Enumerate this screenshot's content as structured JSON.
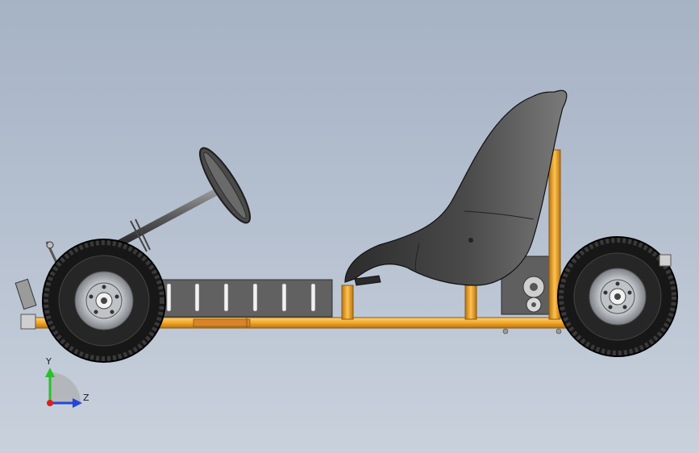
{
  "viewport": {
    "background_top": "#a6b3c5",
    "background_bottom": "#c9d1dc"
  },
  "colors": {
    "frame_orange": "#f1a629",
    "frame_edge": "#8a5a0c",
    "tire_dark": "#1a1a1a",
    "rim_silver": "#d7d9dc",
    "seat_dark": "#3c3c3c",
    "panel_gray": "#6b6b6b"
  },
  "model": {
    "parts": [
      "frame",
      "seat",
      "steering-wheel",
      "steering-column",
      "front-wheel",
      "rear-wheel",
      "floor-panel",
      "engine-sprocket"
    ]
  },
  "triad": {
    "y_label": "Y",
    "z_label": "Z",
    "y_color": "#2bbf2b",
    "z_color": "#2546d6",
    "origin_color": "#d62020"
  }
}
